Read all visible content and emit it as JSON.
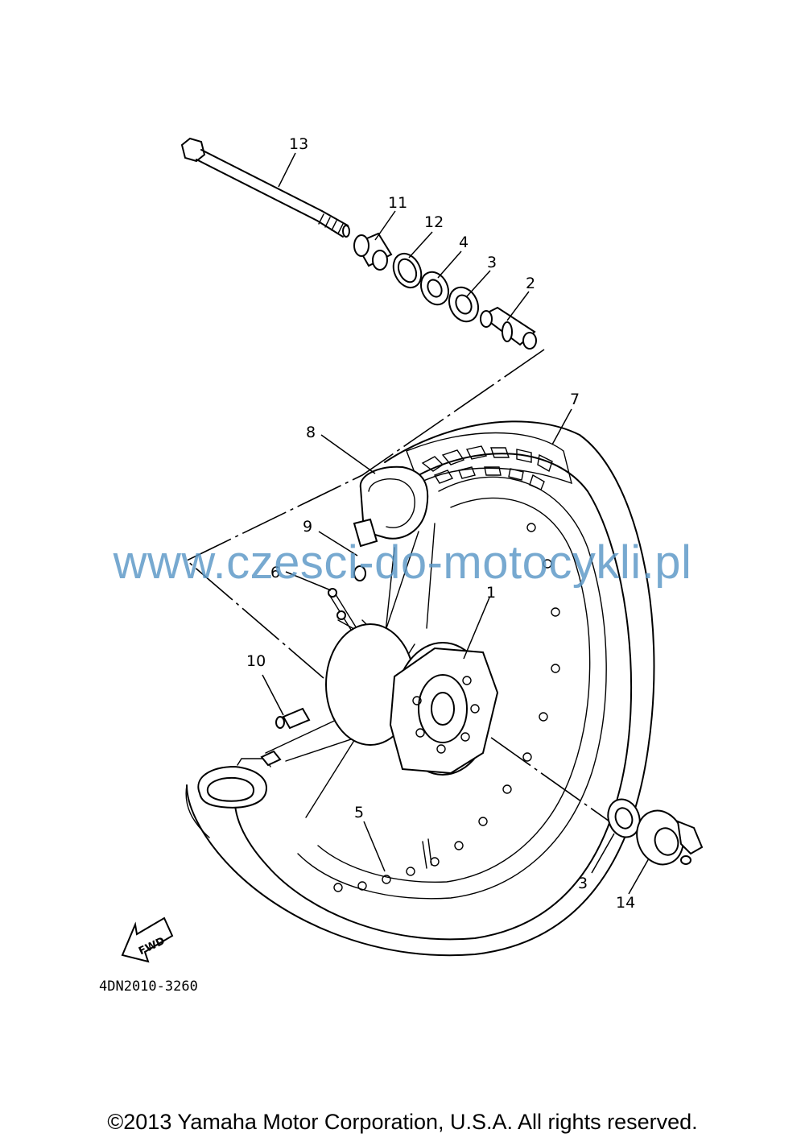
{
  "callouts": {
    "c1": "1",
    "c2": "2",
    "c3a": "3",
    "c3b": "3",
    "c4": "4",
    "c5": "5",
    "c6": "6",
    "c7": "7",
    "c8": "8",
    "c9": "9",
    "c10": "10",
    "c11": "11",
    "c12": "12",
    "c13": "13",
    "c14": "14"
  },
  "fwd_label": "FWD",
  "diagram_code": "4DN2010-3260",
  "watermark": "www.czesci-do-motocykli.pl",
  "copyright": "©2013 Yamaha Motor Corporation, U.S.A. All rights reserved."
}
